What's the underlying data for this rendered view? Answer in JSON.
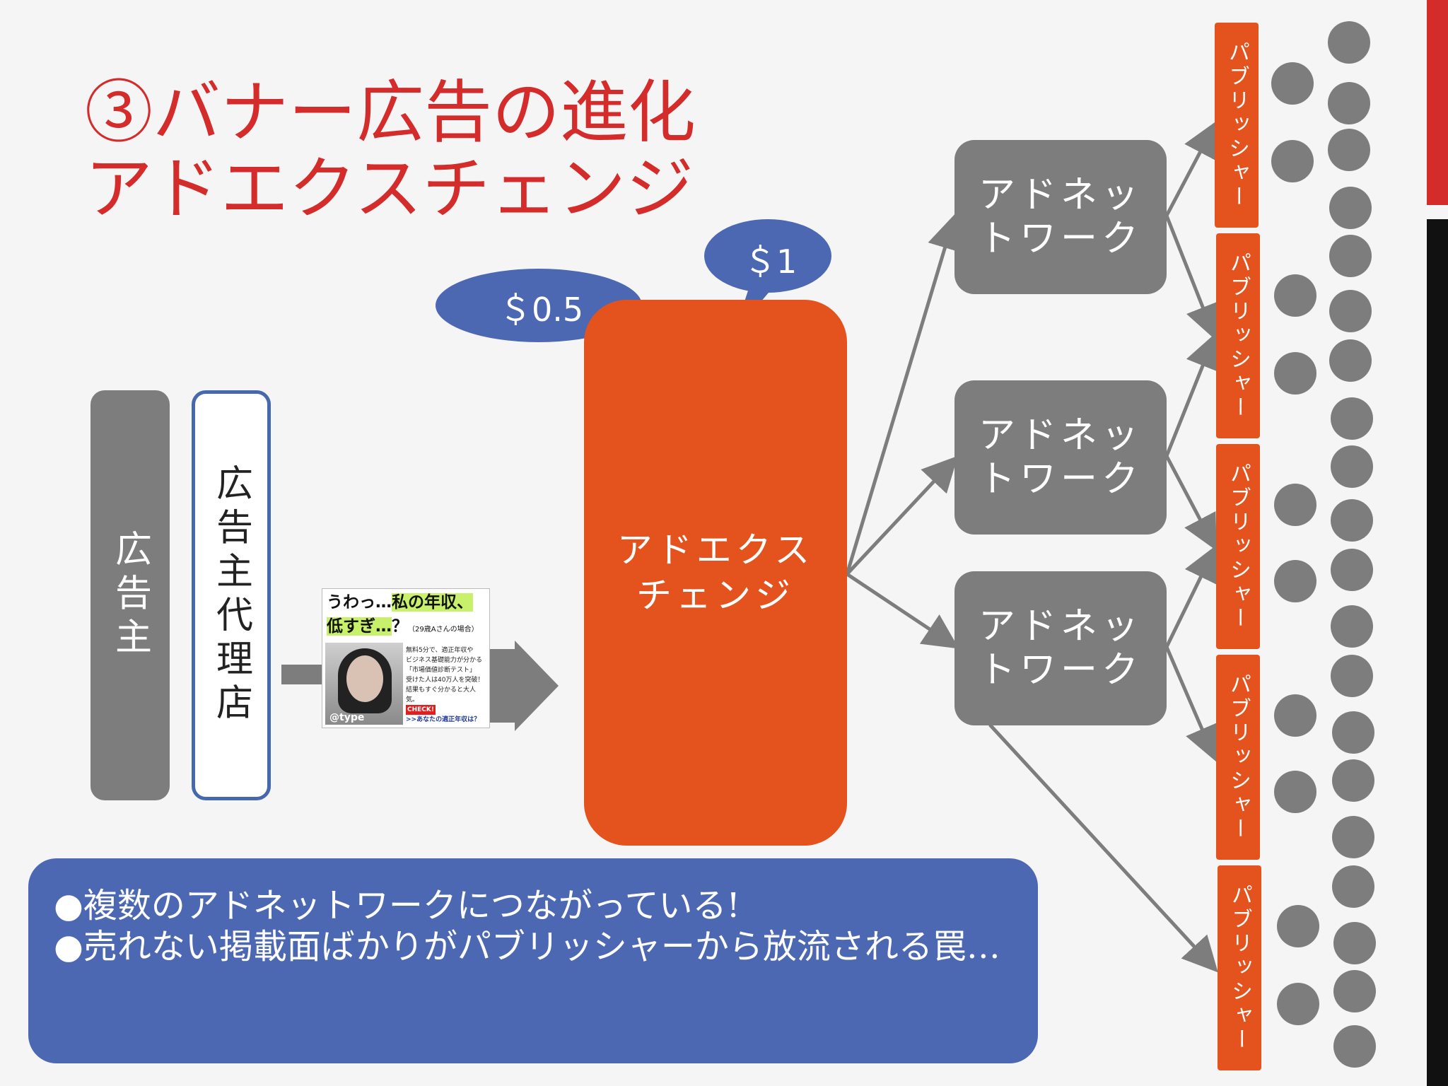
{
  "title": {
    "line1": "③バナー広告の進化",
    "line2": "アドエクスチェンジ"
  },
  "nodes": {
    "advertiser": "広告主",
    "agency": "広告主代理店",
    "exchange_line1": "アドエクス",
    "exchange_line2": "チェンジ",
    "adnetwork_line1": "アドネッ",
    "adnetwork_line2": "トワーク",
    "publisher": "パブリッシャー"
  },
  "bubbles": {
    "bid_low": "＄0.5",
    "bid_high": "＄1"
  },
  "banner_ad": {
    "headline1_a": "うわっ…",
    "headline1_b": "私の年収、",
    "headline2_a": "低すぎ…",
    "headline2_b": "？",
    "headline2_small": "（29歳Aさんの場合）",
    "body1": "無料5分で、適正年収や",
    "body2": "ビジネス基礎能力が分かる",
    "body3": "「市場価値診断テスト」",
    "body4": "受けた人は40万人を突破！",
    "body5": "結果もすぐ分かると大人気。",
    "check": "CHECK!",
    "cta": ">>あなたの適正年収は？",
    "logo": "@type"
  },
  "note": {
    "line1": "●複数のアドネットワークにつながっている!",
    "line2": "●売れない掲載面ばかりがパブリッシャーから放流される罠…"
  },
  "colors": {
    "title_red": "#d42b2b",
    "orange": "#e4531d",
    "gray": "#7d7d7d",
    "blue": "#4c68b2"
  }
}
